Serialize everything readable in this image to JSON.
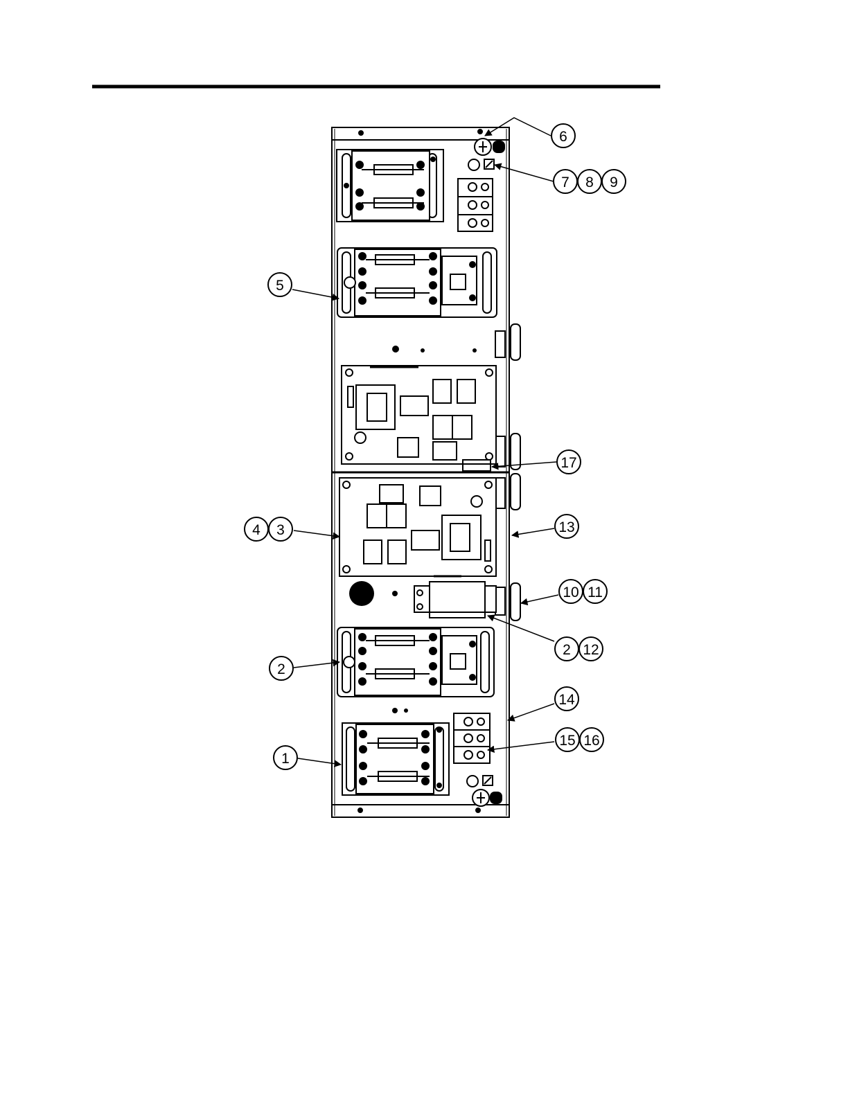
{
  "callouts": {
    "c1": {
      "label": "1"
    },
    "c2a": {
      "label": "2"
    },
    "c2b": {
      "label": "2"
    },
    "c3": {
      "label": "3"
    },
    "c4": {
      "label": "4"
    },
    "c5": {
      "label": "5"
    },
    "c6": {
      "label": "6"
    },
    "c7": {
      "label": "7"
    },
    "c8": {
      "label": "8"
    },
    "c9": {
      "label": "9"
    },
    "c10": {
      "label": "10"
    },
    "c11": {
      "label": "11"
    },
    "c12": {
      "label": "12"
    },
    "c13": {
      "label": "13"
    },
    "c14": {
      "label": "14"
    },
    "c15": {
      "label": "15"
    },
    "c16": {
      "label": "16"
    },
    "c17": {
      "label": "17"
    }
  }
}
